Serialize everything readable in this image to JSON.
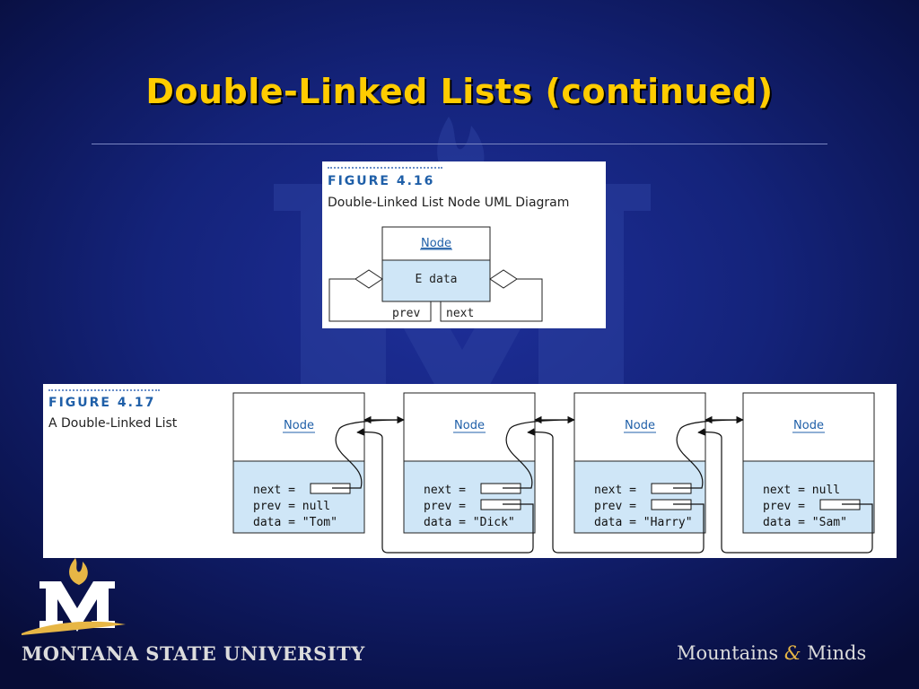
{
  "title": "Double-Linked Lists (continued)",
  "figure_416": {
    "number": "FIGURE 4.16",
    "caption": "Double-Linked List Node UML Diagram",
    "class_name": "Node",
    "attribute": "E data",
    "left_role": "prev",
    "right_role": "next"
  },
  "figure_417": {
    "number": "FIGURE 4.17",
    "caption": "A Double-Linked List",
    "nodes": [
      {
        "header": "Node",
        "next": "next = ",
        "prev": "prev = null",
        "data": "data = \"Tom\""
      },
      {
        "header": "Node",
        "next": "next = ",
        "prev": "prev = ",
        "data": "data = \"Dick\""
      },
      {
        "header": "Node",
        "next": "next = ",
        "prev": "prev = ",
        "data": "data = \"Harry\""
      },
      {
        "header": "Node",
        "next": "next = null",
        "prev": "prev = ",
        "data": "data = \"Sam\""
      }
    ]
  },
  "footer": {
    "logo_letter": "M",
    "university": "MONTANA STATE UNIVERSITY",
    "tagline_left": "Mountains",
    "tagline_amp": "&",
    "tagline_right": "Minds"
  },
  "colors": {
    "title": "#ffcc00",
    "node_body": "#cfe6f7",
    "link_blue": "#1f5fa8",
    "logo_gold": "#e7b645"
  }
}
